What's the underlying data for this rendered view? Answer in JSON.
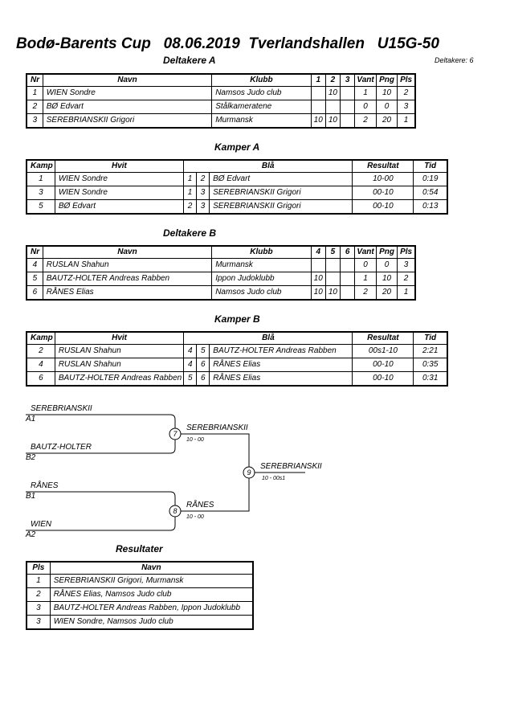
{
  "header": {
    "title": "Bodø-Barents Cup   08.06.2019  Tverlandshallen   U15G-50",
    "deltakere_count": "Deltakere: 6"
  },
  "deltakere_a": {
    "title": "Deltakere A",
    "columns": [
      "Nr",
      "Navn",
      "Klubb",
      "1",
      "2",
      "3",
      "Vant",
      "Png",
      "Pls"
    ],
    "rows": [
      {
        "nr": "1",
        "navn": "WIEN Sondre",
        "klubb": "Namsos Judo club",
        "m1": "",
        "m2": "10",
        "m3": "",
        "vant": "1",
        "png": "10",
        "pls": "2"
      },
      {
        "nr": "2",
        "navn": "BØ Edvart",
        "klubb": "Stålkameratene",
        "m1": "",
        "m2": "",
        "m3": "",
        "vant": "0",
        "png": "0",
        "pls": "3"
      },
      {
        "nr": "3",
        "navn": "SEREBRIANSKII Grigori",
        "klubb": "Murmansk",
        "m1": "10",
        "m2": "10",
        "m3": "",
        "vant": "2",
        "png": "20",
        "pls": "1"
      }
    ]
  },
  "kamper_a": {
    "title": "Kamper A",
    "columns": [
      "Kamp",
      "Hvit",
      "Blå",
      "Resultat",
      "Tid"
    ],
    "rows": [
      {
        "kamp": "1",
        "hvit": "WIEN Sondre",
        "hn": "1",
        "bn": "2",
        "bla": "BØ Edvart",
        "res": "10-00",
        "tid": "0:19"
      },
      {
        "kamp": "3",
        "hvit": "WIEN Sondre",
        "hn": "1",
        "bn": "3",
        "bla": "SEREBRIANSKII Grigori",
        "res": "00-10",
        "tid": "0:54"
      },
      {
        "kamp": "5",
        "hvit": "BØ Edvart",
        "hn": "2",
        "bn": "3",
        "bla": "SEREBRIANSKII Grigori",
        "res": "00-10",
        "tid": "0:13"
      }
    ]
  },
  "deltakere_b": {
    "title": "Deltakere B",
    "columns": [
      "Nr",
      "Navn",
      "Klubb",
      "4",
      "5",
      "6",
      "Vant",
      "Png",
      "Pls"
    ],
    "rows": [
      {
        "nr": "4",
        "navn": "RUSLAN Shahun",
        "klubb": "Murmansk",
        "m1": "",
        "m2": "",
        "m3": "",
        "vant": "0",
        "png": "0",
        "pls": "3"
      },
      {
        "nr": "5",
        "navn": "BAUTZ-HOLTER Andreas Rabben",
        "klubb": "Ippon Judoklubb",
        "m1": "10",
        "m2": "",
        "m3": "",
        "vant": "1",
        "png": "10",
        "pls": "2"
      },
      {
        "nr": "6",
        "navn": "RÅNES Elias",
        "klubb": "Namsos Judo club",
        "m1": "10",
        "m2": "10",
        "m3": "",
        "vant": "2",
        "png": "20",
        "pls": "1"
      }
    ]
  },
  "kamper_b": {
    "title": "Kamper B",
    "columns": [
      "Kamp",
      "Hvit",
      "Blå",
      "Resultat",
      "Tid"
    ],
    "rows": [
      {
        "kamp": "2",
        "hvit": "RUSLAN Shahun",
        "hn": "4",
        "bn": "5",
        "bla": "BAUTZ-HOLTER Andreas Rabben",
        "res": "00s1-10",
        "tid": "2:21"
      },
      {
        "kamp": "4",
        "hvit": "RUSLAN Shahun",
        "hn": "4",
        "bn": "6",
        "bla": "RÅNES Elias",
        "res": "00-10",
        "tid": "0:35"
      },
      {
        "kamp": "6",
        "hvit": "BAUTZ-HOLTER Andreas Rabben",
        "hn": "5",
        "bn": "6",
        "bla": "RÅNES Elias",
        "res": "00-10",
        "tid": "0:31"
      }
    ]
  },
  "bracket": {
    "p1": {
      "name": "SEREBRIANSKII",
      "seed": "A1"
    },
    "p2": {
      "name": "BAUTZ-HOLTER",
      "seed": "B2"
    },
    "p3": {
      "name": "RÅNES",
      "seed": "B1"
    },
    "p4": {
      "name": "WIEN",
      "seed": "A2"
    },
    "m7": {
      "num": "7",
      "winner": "SEREBRIANSKII",
      "score": "10 - 00"
    },
    "m8": {
      "num": "8",
      "winner": "RÅNES",
      "score": "10 - 00"
    },
    "m9": {
      "num": "9",
      "winner": "SEREBRIANSKII",
      "score": "10 - 00s1"
    }
  },
  "resultater": {
    "title": "Resultater",
    "columns": [
      "Pls",
      "Navn"
    ],
    "rows": [
      {
        "pls": "1",
        "navn": "SEREBRIANSKII Grigori, Murmansk"
      },
      {
        "pls": "2",
        "navn": "RÅNES Elias, Namsos Judo club"
      },
      {
        "pls": "3",
        "navn": "BAUTZ-HOLTER Andreas Rabben, Ippon Judoklubb"
      },
      {
        "pls": "3",
        "navn": "WIEN Sondre, Namsos Judo club"
      }
    ]
  }
}
